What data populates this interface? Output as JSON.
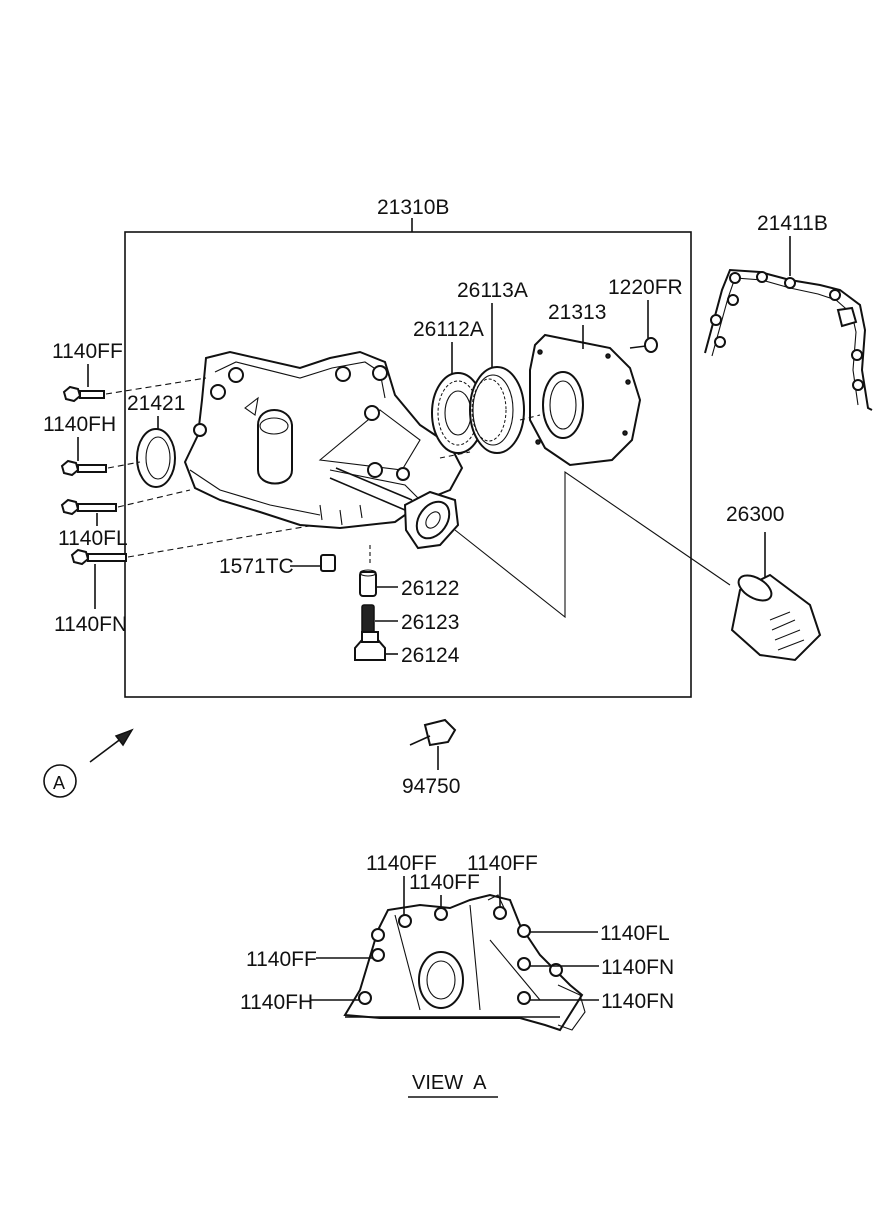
{
  "diagram": {
    "assembly_label": "21310B",
    "gasket_label": "21411B",
    "oil_filter_label": "26300",
    "sensor_label": "94750",
    "view_marker": "A",
    "view_title": "VIEW  A",
    "exploded_labels": {
      "bolt_ff": "1140FF",
      "bolt_fh": "1140FH",
      "bolt_fl": "1140FL",
      "bolt_fn": "1140FN",
      "oil_seal": "21421",
      "inner_rotor": "26112A",
      "outer_rotor": "26113A",
      "cover": "21313",
      "screw": "1220FR",
      "plug": "1571TC",
      "relief_plunger": "26122",
      "relief_spring": "26123",
      "relief_plug": "26124"
    },
    "view_a_labels": {
      "ff_top_left": "1140FF",
      "ff_top_mid": "1140FF",
      "ff_top_right": "1140FF",
      "ff_left": "1140FF",
      "fh_left": "1140FH",
      "fl_right": "1140FL",
      "fn_right_upper": "1140FN",
      "fn_right_lower": "1140FN"
    }
  }
}
